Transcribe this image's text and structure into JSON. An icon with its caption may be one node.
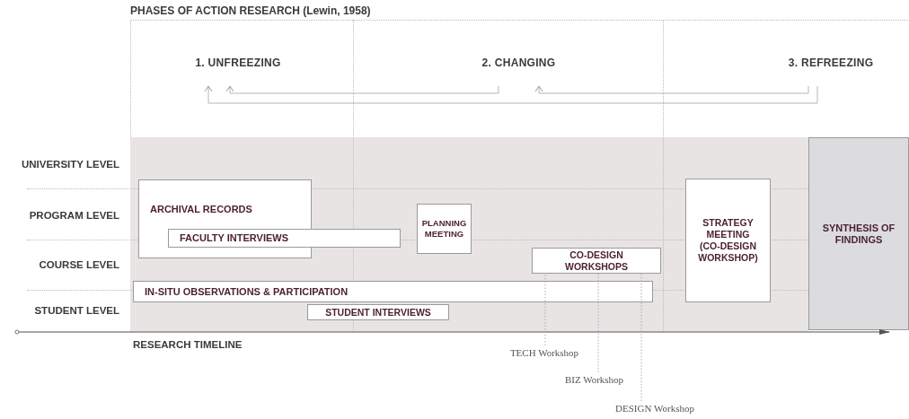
{
  "diagram": {
    "title": "PHASES OF ACTION RESEARCH (Lewin, 1958)",
    "nodes": [
      {
        "text": [
          "1. UNFREEZING"
        ]
      },
      {
        "text": [
          "2. CHANGING"
        ]
      },
      {
        "text": [
          "3. REFREEZING"
        ]
      },
      {
        "text": [
          "ARCHIVAL RECORDS"
        ]
      },
      {
        "text": [
          "FACULTY INTERVIEWS"
        ]
      },
      {
        "text": [
          "PLANNING MEETING"
        ]
      },
      {
        "text": [
          "CO-DESIGN WORKSHOPS"
        ]
      },
      {
        "text": [
          "IN-SITU OBSERVATIONS & PARTICIPATION"
        ]
      },
      {
        "text": [
          "STUDENT INTERVIEWS"
        ]
      },
      {
        "text": [
          "STRATEGY MEETING (CO-DESIGN WORKSHOP)"
        ]
      },
      {
        "text": [
          "SYNTHESIS OF FINDINGS"
        ]
      },
      {
        "text": [
          "TECH Workshop"
        ]
      },
      {
        "text": [
          "BIZ Workshop"
        ]
      },
      {
        "text": [
          "DESIGN Workshop"
        ]
      }
    ],
    "edges": [
      {
        "from": 1,
        "to": 0,
        "arrow": "to"
      },
      {
        "from": 2,
        "to": 1,
        "arrow": "to"
      },
      {
        "from": 2,
        "to": 0,
        "arrow": "to"
      },
      {
        "from": 11,
        "to": 6,
        "arrow": "none",
        "style": "dashed"
      },
      {
        "from": 12,
        "to": 6,
        "arrow": "none",
        "style": "dashed"
      },
      {
        "from": 13,
        "to": 6,
        "arrow": "none",
        "style": "dashed"
      }
    ],
    "labels": [
      "UNIVERSITY LEVEL",
      "PROGRAM LEVEL",
      "COURSE LEVEL",
      "STUDENT LEVEL",
      "RESEARCH TIMELINE"
    ]
  }
}
